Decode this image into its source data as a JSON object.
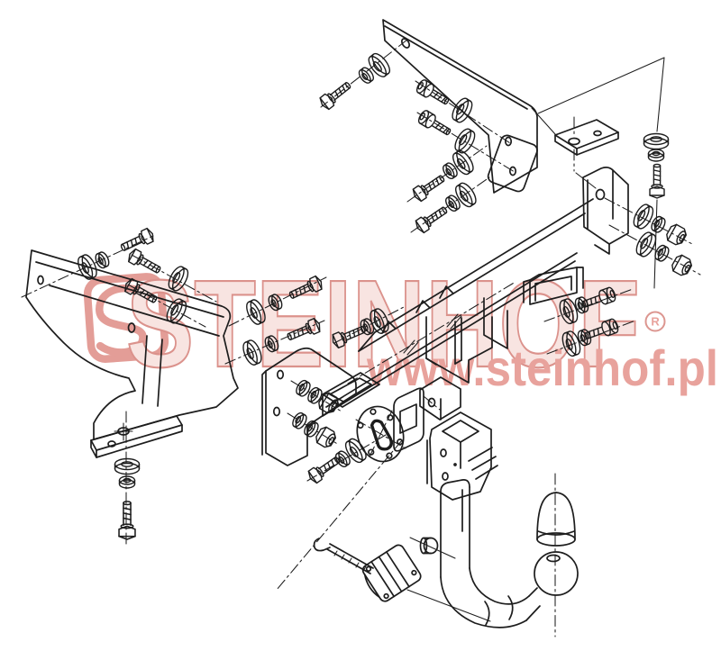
{
  "image": {
    "type": "exploded-assembly-technical-drawing",
    "subject": "trailer-towbar-mounting-kit",
    "background_color": "#ffffff",
    "line_color": "#1d1d1d"
  },
  "watermark": {
    "brand_text": "STEINHOF",
    "registered_mark": "R",
    "website_text": "www.steinhof.pl",
    "brand_fill": "#f8e4e1",
    "brand_outline": "#db928c",
    "website_fill": "#e8a29c",
    "logo_color": "#e39d97"
  },
  "parts": [
    "top-mounting-bracket",
    "top-right-mounting-plate",
    "right-vertical-bolt-washer-set",
    "right-end-plate-with-nut-rows",
    "main-crossbeam",
    "beam-channel-bracket",
    "left-mounting-bracket",
    "left-foot-strap-with-vertical-bolt",
    "center-end-plate-with-stud-rows",
    "flange-disc-with-bolt-circle",
    "flange-backing-plate",
    "receiver-housing",
    "detachable-swan-neck-with-tow-ball",
    "tow-ball-cover-cap",
    "electrical-socket-with-mounting-arm",
    "hex-bolts",
    "socket-head-bolts",
    "flat-washers",
    "lock-washers",
    "hex-nuts"
  ]
}
